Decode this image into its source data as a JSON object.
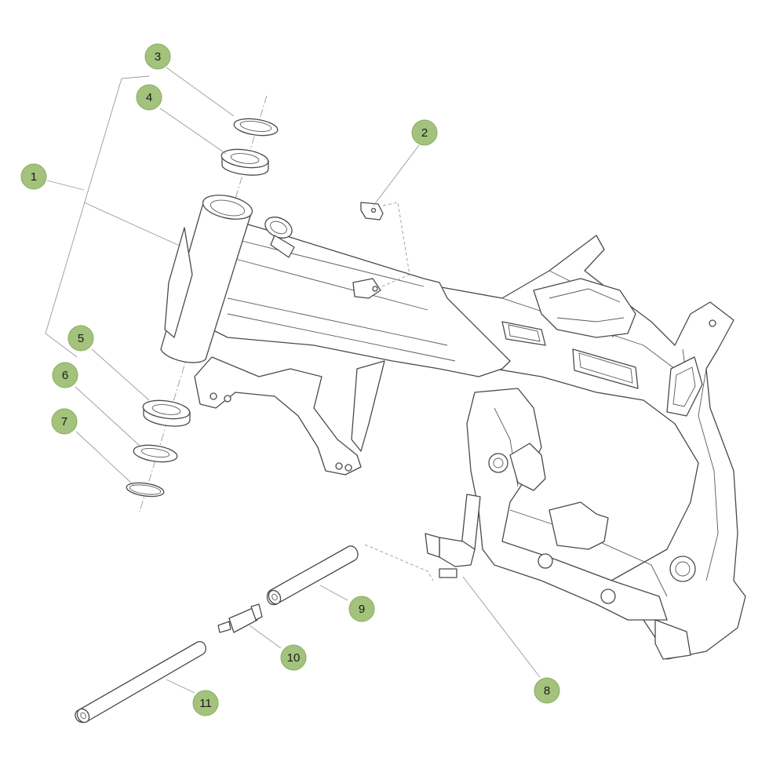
{
  "diagram": {
    "callout_color": "#a3c27c",
    "callout_stroke": "#8aab63",
    "line_color": "#4a4a4a",
    "callouts": [
      {
        "id": "c1",
        "label": "1"
      },
      {
        "id": "c2",
        "label": "2"
      },
      {
        "id": "c3",
        "label": "3"
      },
      {
        "id": "c4",
        "label": "4"
      },
      {
        "id": "c5",
        "label": "5"
      },
      {
        "id": "c6",
        "label": "6"
      },
      {
        "id": "c7",
        "label": "7"
      },
      {
        "id": "c8",
        "label": "8"
      },
      {
        "id": "c9",
        "label": "9"
      },
      {
        "id": "c10",
        "label": "10"
      },
      {
        "id": "c11",
        "label": "11"
      }
    ]
  }
}
